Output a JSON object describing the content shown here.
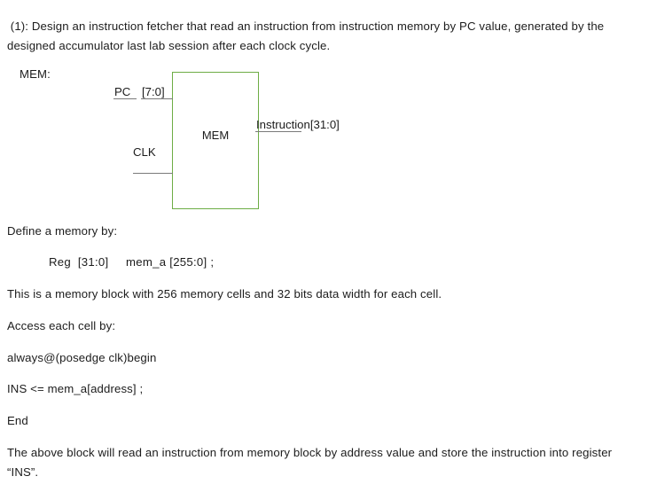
{
  "document": {
    "intro_paragraph": " (1): Design an instruction fetcher that read an instruction from instruction memory by PC value, generated by the designed accumulator last lab session after each clock cycle.",
    "mem_heading": "MEM:",
    "define_memory_line": "Define a memory by:",
    "reg_declaration_line": "Reg  [31:0]     mem_a [255:0] ;",
    "memory_block_description": "This is a memory block with 256 memory cells and 32 bits data width for each cell.",
    "access_cell_line": "Access each cell by:",
    "always_block_line": "always@(posedge clk)begin",
    "assignment_line": "INS <= mem_a[address] ;",
    "end_line": "End",
    "closing_paragraph": "The above block will read an instruction from memory block by address value and store the instruction into register “INS”."
  },
  "diagram": {
    "block_label": "MEM",
    "inputs": [
      {
        "name": "pc",
        "label": "PC"
      },
      {
        "name": "pc-width",
        "label": "[7:0]"
      },
      {
        "name": "clk",
        "label": "CLK"
      }
    ],
    "outputs": [
      {
        "name": "instruction",
        "label": "Instruction[31:0]"
      }
    ],
    "colors": {
      "box_border": "#6DAD45",
      "wire": "#7a7a7a",
      "text": "#1c1c1c"
    }
  }
}
